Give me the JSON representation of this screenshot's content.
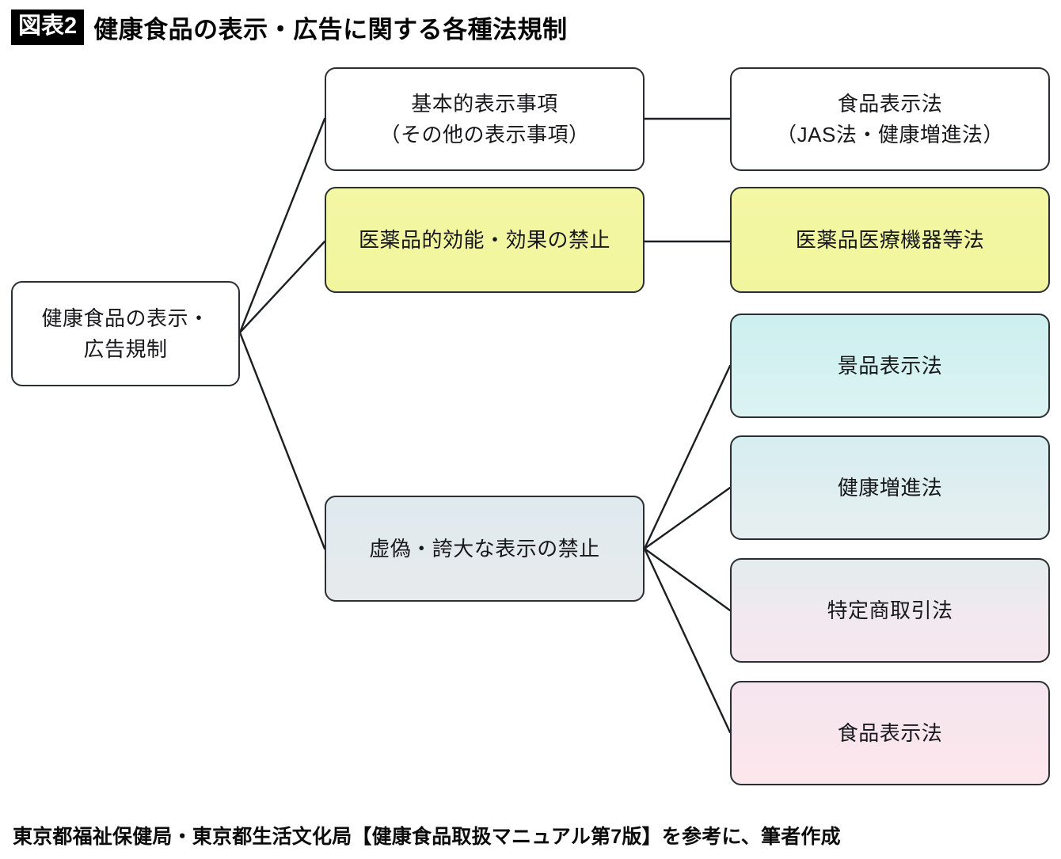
{
  "title": {
    "badge": "図表2",
    "text": "健康食品の表示・広告に関する各種法規制"
  },
  "diagram": {
    "type": "tree",
    "root": {
      "id": "root",
      "label_line1": "健康食品の表示・",
      "label_line2": "広告規制",
      "fill": "#ffffff"
    },
    "level2": [
      {
        "id": "basic-display-items",
        "label_line1": "基本的表示事項",
        "label_line2": "（その他の表示事項）",
        "fill": "#ffffff"
      },
      {
        "id": "pharma-efficacy-ban",
        "label_line1": "医薬品的効能・効果の禁止",
        "label_line2": "",
        "fill": "#f2f5a0"
      },
      {
        "id": "false-exaggerated-ban",
        "label_line1": "虚偽・誇大な表示の禁止",
        "label_line2": "",
        "fill": "#e2eaee"
      }
    ],
    "level3": [
      {
        "id": "food-labeling-act-top",
        "label_line1": "食品表示法",
        "label_line2": "（JAS法・健康増進法）",
        "fill": "#ffffff",
        "parent": "basic-display-items"
      },
      {
        "id": "pharmaceutical-device-act",
        "label_line1": "医薬品医療機器等法",
        "label_line2": "",
        "fill": "#f2f5a0",
        "parent": "pharma-efficacy-ban"
      },
      {
        "id": "premiums-labeling-act",
        "label_line1": "景品表示法",
        "label_line2": "",
        "fill": "#cdeff0",
        "parent": "false-exaggerated-ban"
      },
      {
        "id": "health-promotion-act",
        "label_line1": "健康増進法",
        "label_line2": "",
        "fill": "#d6eef1",
        "parent": "false-exaggerated-ban"
      },
      {
        "id": "specified-commercial-transactions-act",
        "label_line1": "特定商取引法",
        "label_line2": "",
        "fill": "#e9ecef",
        "parent": "false-exaggerated-ban"
      },
      {
        "id": "food-labeling-act-bottom",
        "label_line1": "食品表示法",
        "label_line2": "",
        "fill": "#f7e7ed",
        "parent": "false-exaggerated-ban"
      }
    ]
  },
  "source_note": "東京都福祉保健局・東京都生活文化局【健康食品取扱マニュアル第7版】を参考に、筆者作成"
}
